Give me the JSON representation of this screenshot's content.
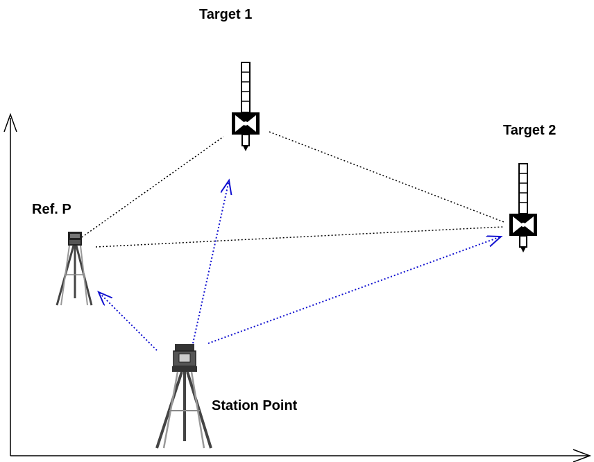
{
  "labels": {
    "target1": "Target 1",
    "target2": "Target 2",
    "reference": "Ref. P",
    "station": "Station Point"
  },
  "colors": {
    "background": "#ffffff",
    "ink": "#000000",
    "sight_line": "#1010d0",
    "connection_line": "#000000"
  },
  "icons": {
    "target1": "prism-pole-icon",
    "target2": "prism-pole-icon",
    "reference": "tripod-instrument-icon",
    "station": "total-station-tripod-icon"
  }
}
